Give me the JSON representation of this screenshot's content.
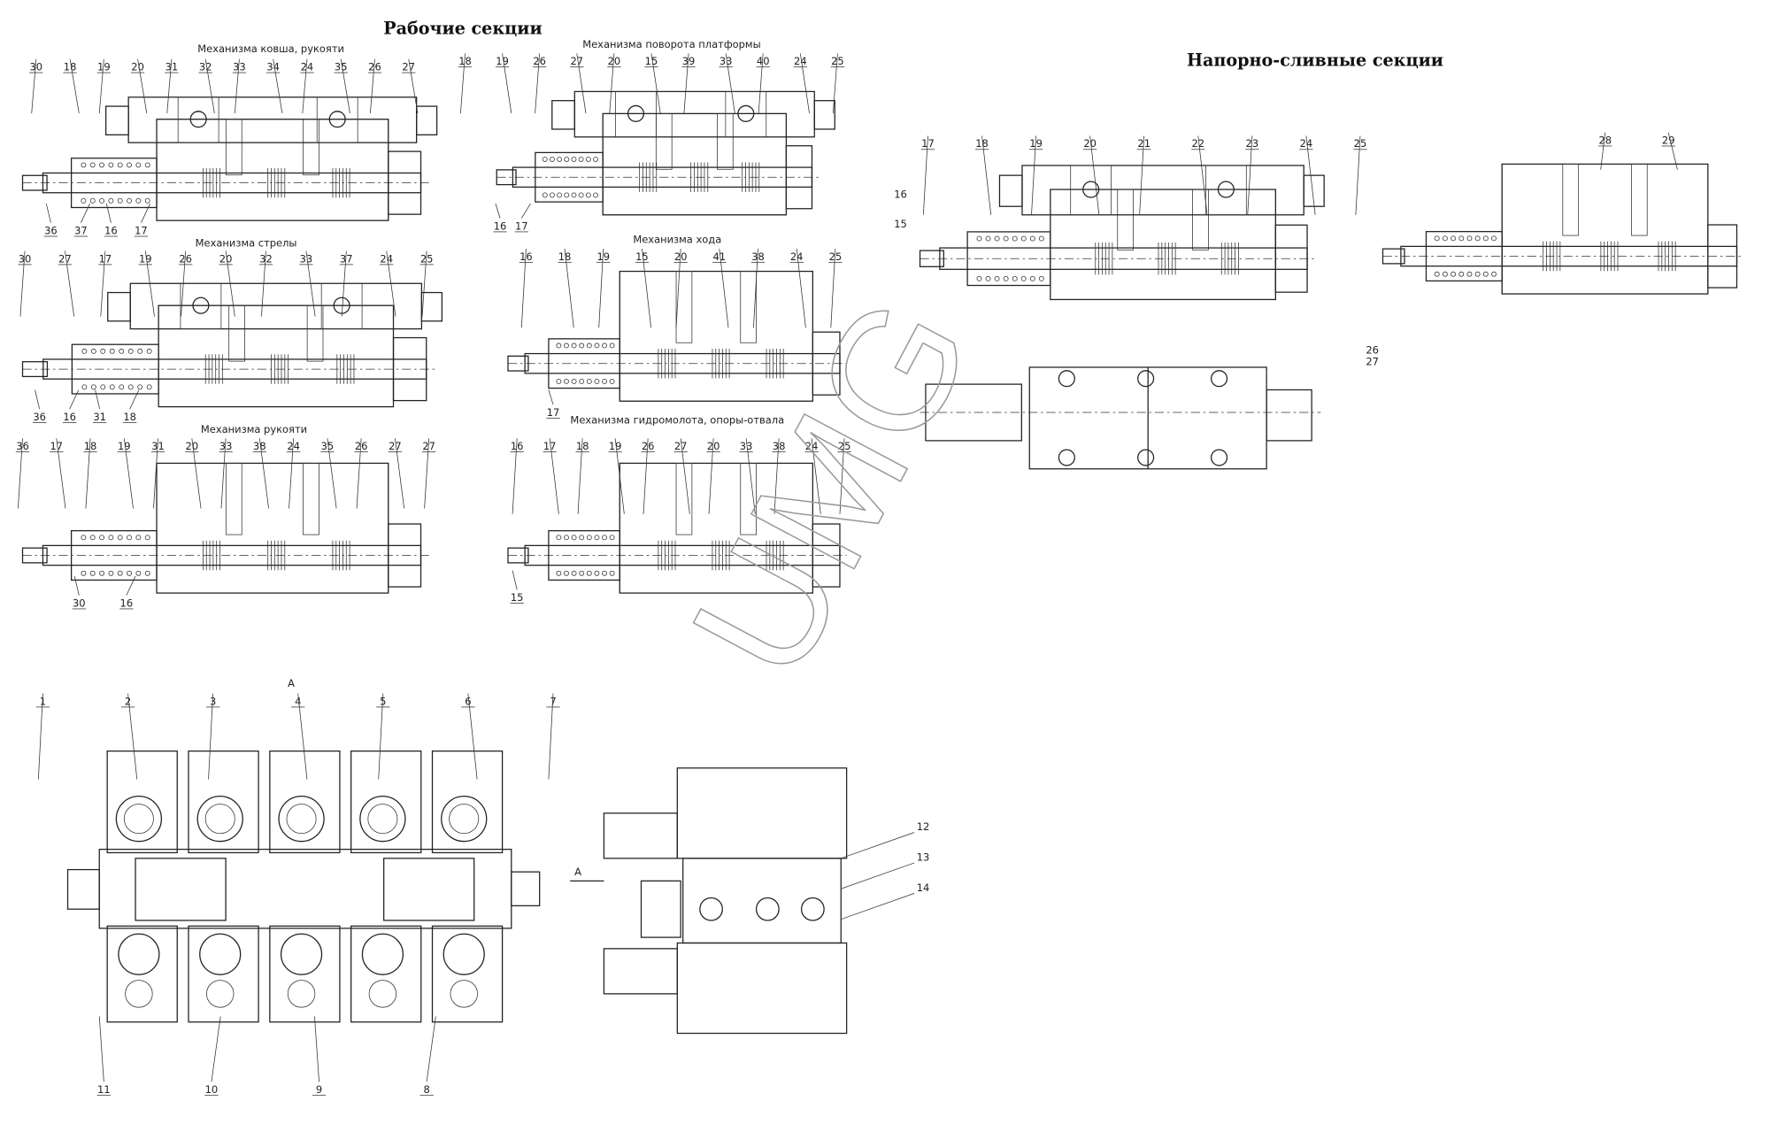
{
  "titles": {
    "working_sections": "Рабочие секции",
    "pressure_drain_sections": "Напорно-сливные секции"
  },
  "watermark": "UMG",
  "working": [
    {
      "subtitle": "Механизма ковша, рукояти",
      "callouts_top": [
        "30",
        "18",
        "19",
        "20",
        "31",
        "32",
        "33",
        "34",
        "24",
        "35",
        "26",
        "27"
      ],
      "callouts_bottom": [
        "36",
        "37",
        "16",
        "17"
      ]
    },
    {
      "subtitle": "Механизма поворота платформы",
      "callouts_top": [
        "18",
        "19",
        "26",
        "27",
        "20",
        "15",
        "39",
        "33",
        "40",
        "24",
        "25"
      ],
      "callouts_bottom": [
        "16",
        "17"
      ]
    },
    {
      "subtitle": "Механизма стрелы",
      "callouts_top": [
        "30",
        "27",
        "17",
        "19",
        "26",
        "20",
        "32",
        "33",
        "37",
        "24",
        "25"
      ],
      "callouts_bottom": [
        "36",
        "16",
        "31",
        "18"
      ]
    },
    {
      "subtitle": "Механизма хода",
      "callouts_top": [
        "16",
        "18",
        "19",
        "15",
        "20",
        "41",
        "38",
        "24",
        "25"
      ],
      "callouts_bottom": [
        "17"
      ]
    },
    {
      "subtitle": "Механизма рукояти",
      "callouts_top": [
        "36",
        "17",
        "18",
        "19",
        "31",
        "20",
        "33",
        "38",
        "24",
        "35",
        "26",
        "27",
        "27"
      ],
      "callouts_bottom": [
        "30",
        "16"
      ]
    },
    {
      "subtitle": "Механизма гидромолота, опоры-отвала",
      "callouts_top": [
        "16",
        "17",
        "18",
        "19",
        "26",
        "27",
        "20",
        "33",
        "38",
        "24",
        "25"
      ],
      "callouts_bottom": [
        "15"
      ]
    }
  ],
  "pressure": {
    "section1": {
      "callouts_top": [
        "17",
        "18",
        "19",
        "20",
        "21",
        "22",
        "23",
        "24",
        "25"
      ],
      "callouts_left": [
        "16",
        "15"
      ]
    },
    "section2": {
      "callouts_top": [
        "28",
        "29"
      ]
    },
    "top_view": {
      "callouts": [
        "26",
        "27"
      ]
    }
  },
  "assembly": {
    "view_label": "A",
    "arrow_label": "A",
    "callouts_top": [
      "1",
      "2",
      "3",
      "4",
      "5",
      "6",
      "7"
    ],
    "callouts_bottom": [
      "11",
      "10",
      "9",
      "8"
    ],
    "callouts_side": [
      "12",
      "13",
      "14"
    ]
  }
}
